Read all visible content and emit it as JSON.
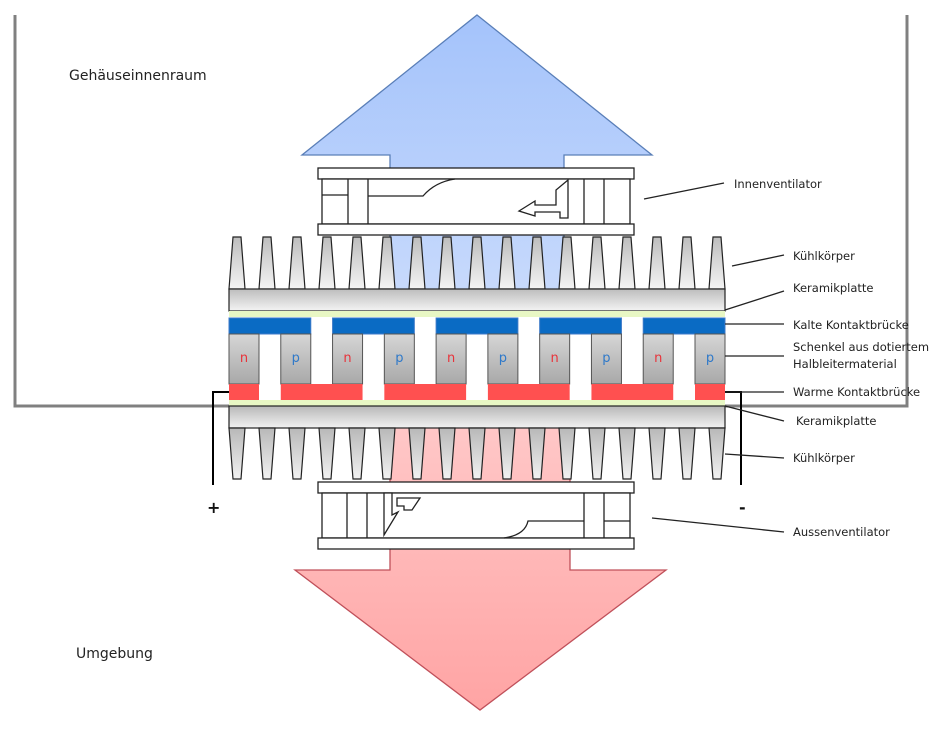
{
  "diagram": {
    "regions": {
      "inside": "Gehäuseinnenraum",
      "outside": "Umgebung"
    },
    "parts": [
      {
        "id": "fan-inner",
        "label": "Innenventilator"
      },
      {
        "id": "heatsink-top",
        "label": "Kühlkörper"
      },
      {
        "id": "ceramic-top",
        "label": "Keramikplatte"
      },
      {
        "id": "cold-bridge",
        "label": "Kalte Kontaktbrücke"
      },
      {
        "id": "legs",
        "label": "Schenkel aus dotiertem",
        "label2": "Halbleitermaterial"
      },
      {
        "id": "warm-bridge",
        "label": "Warme Kontaktbrücke"
      },
      {
        "id": "ceramic-bottom",
        "label": "Keramikplatte"
      },
      {
        "id": "heatsink-bottom",
        "label": "Kühlkörper"
      },
      {
        "id": "fan-outer",
        "label": "Aussenventilator"
      }
    ],
    "legs": [
      "n",
      "p",
      "n",
      "p",
      "n",
      "p",
      "n",
      "p",
      "n",
      "p"
    ],
    "terminals": {
      "plus": "+",
      "minus": "-"
    },
    "colors": {
      "cold_air": "#a9c8fb",
      "warm_air": "#ffaaaa",
      "cold_bridge": "#0a6bc4",
      "warm_bridge": "#ff5050",
      "n_letter": "#e8333a",
      "p_letter": "#2f79c9",
      "ceramic_film": "#e8f7c4",
      "enclosure": "#808080"
    }
  }
}
